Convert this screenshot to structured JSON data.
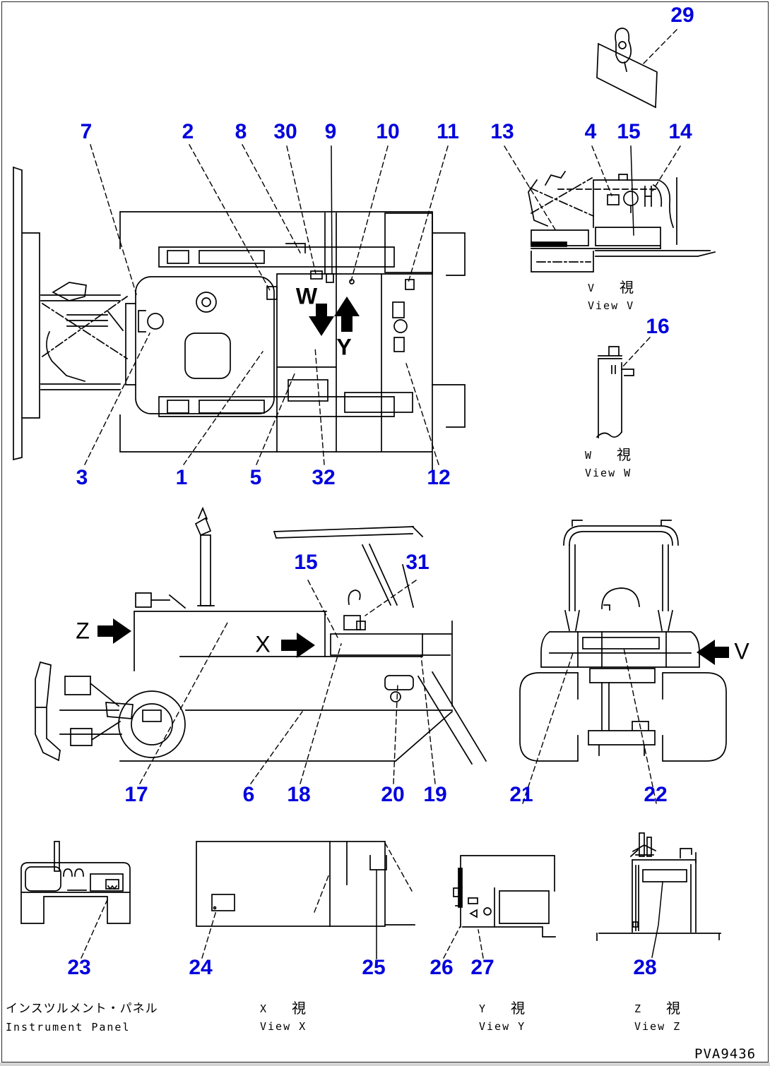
{
  "page": {
    "background": "#ffffff",
    "line_color": "#000000",
    "callout_color": "#0000dd",
    "footer_code": "PVA9436"
  },
  "callouts": [
    "29",
    "7",
    "2",
    "8",
    "30",
    "9",
    "10",
    "11",
    "13",
    "4",
    "15",
    "14",
    "3",
    "1",
    "5",
    "32",
    "12",
    "16",
    "15",
    "31",
    "17",
    "6",
    "18",
    "20",
    "19",
    "21",
    "22",
    "23",
    "24",
    "25",
    "26",
    "27",
    "28"
  ],
  "direction_labels": {
    "w": "W",
    "y": "Y",
    "z": "Z",
    "x": "X",
    "v": "V"
  },
  "views": {
    "v": {
      "axis": "V",
      "kanji": "視",
      "en": "View V"
    },
    "w": {
      "axis": "W",
      "kanji": "視",
      "en": "View W"
    },
    "x": {
      "axis": "X",
      "kanji": "視",
      "en": "View X"
    },
    "y": {
      "axis": "Y",
      "kanji": "視",
      "en": "View Y"
    },
    "z": {
      "axis": "Z",
      "kanji": "視",
      "en": "View Z"
    }
  },
  "instrument_panel": {
    "jp": "インスツルメント・パネル",
    "en": "Instrument Panel"
  }
}
